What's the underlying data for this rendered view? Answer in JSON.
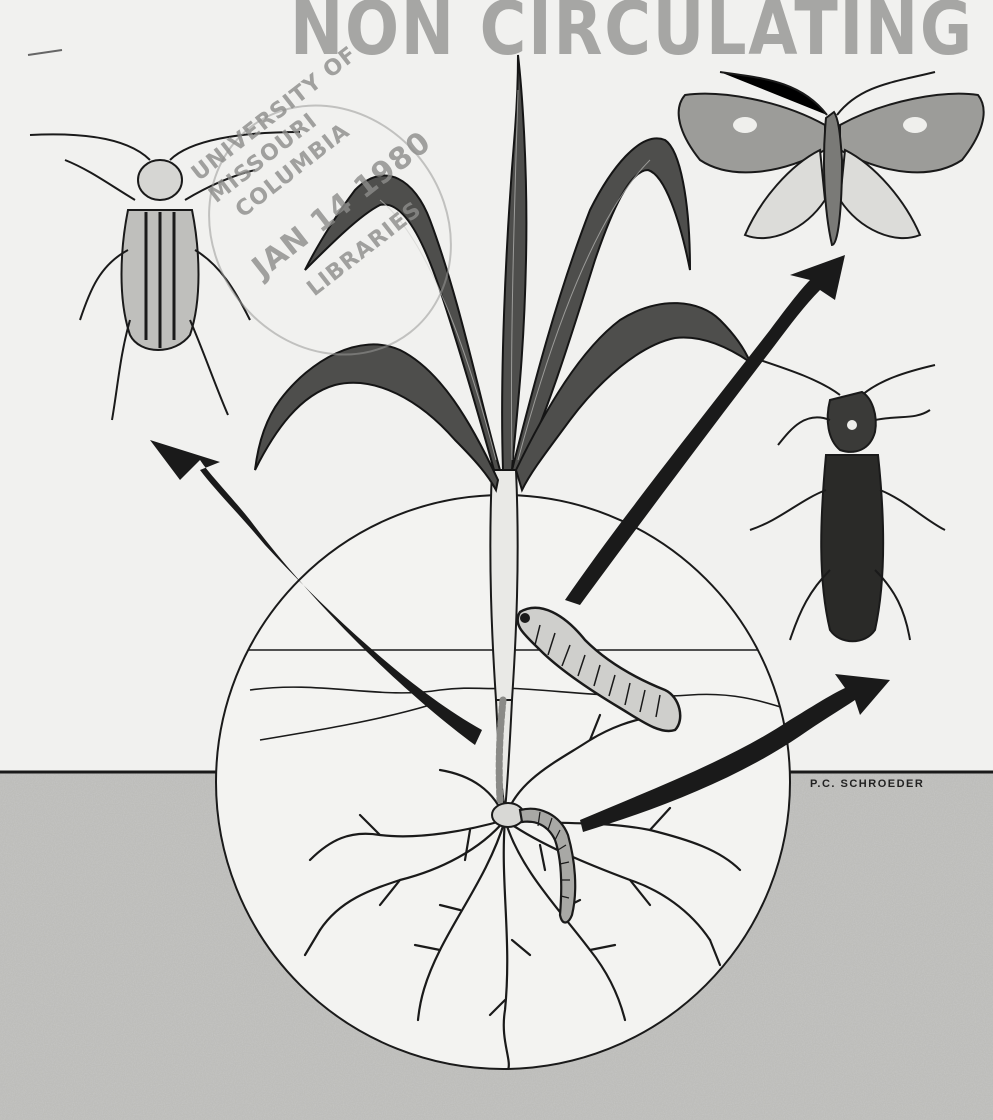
{
  "stamp": {
    "header": "NON CIRCULATING",
    "university_line1": "UNIVERSITY OF",
    "university_line2": "MISSOURI",
    "university_line3": "COLUMBIA",
    "date": "JAN 14 1980",
    "libraries": "LIBRARIES"
  },
  "illustration": {
    "artist_signature": "P.C. SCHROEDER",
    "colors": {
      "paper": "#f1f1ef",
      "ink": "#1a1a1a",
      "soil": "#b9b9b6",
      "soil_speckle": "#8c8c89",
      "stamp_ink": "#9a9a98"
    },
    "figures": [
      "striped-beetle",
      "moth",
      "click-beetle",
      "cutworm-larva",
      "wireworm-larva",
      "corn-seedling"
    ]
  }
}
